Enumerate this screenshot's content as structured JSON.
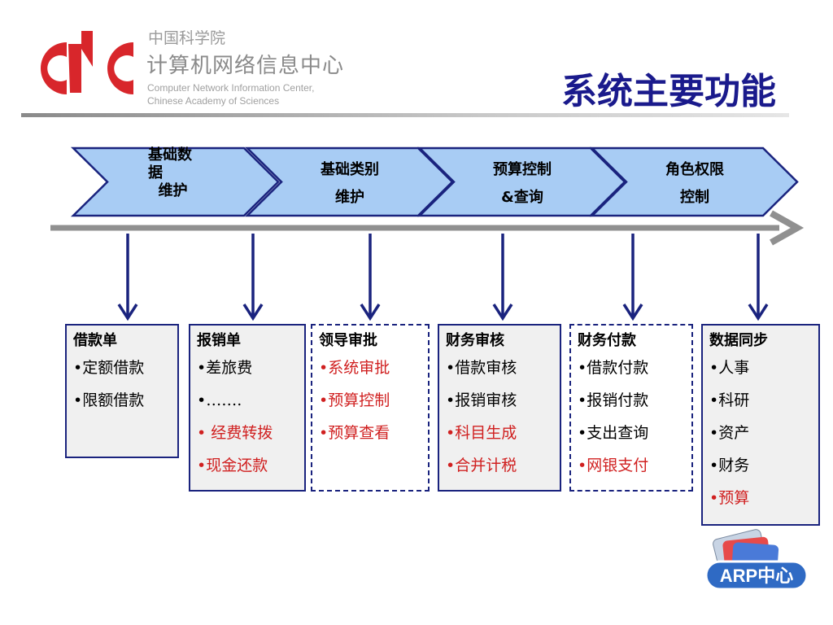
{
  "header": {
    "org_line1": "中国科学院",
    "org_line2": "计算机网络信息中心",
    "org_en1": "Computer Network Information Center,",
    "org_en2": "Chinese Academy of Sciences",
    "logo_text": "CNC",
    "title": "系统主要功能"
  },
  "stages": [
    {
      "label": "基础数\n据\n  维护"
    },
    {
      "label": "基础类别\n维护"
    },
    {
      "label": "预算控制\n&查询"
    },
    {
      "label": "角色权限\n控制"
    }
  ],
  "boxes": [
    {
      "title": "借款单",
      "style": "solid",
      "items": [
        {
          "text": "•定额借款",
          "red": false
        },
        {
          "text": "•限额借款",
          "red": false
        }
      ]
    },
    {
      "title": "报销单",
      "style": "solid",
      "items": [
        {
          "text": "•差旅费",
          "red": false
        },
        {
          "text": "•…….",
          "red": false
        },
        {
          "text": "• 经费转拨",
          "red": true
        },
        {
          "text": "•现金还款",
          "red": true
        }
      ]
    },
    {
      "title": "领导审批",
      "style": "dashed",
      "items": [
        {
          "text": "•系统审批",
          "red": true
        },
        {
          "text": "•预算控制",
          "red": true
        },
        {
          "text": "•预算查看",
          "red": true
        }
      ]
    },
    {
      "title": "财务审核",
      "style": "solid",
      "items": [
        {
          "text": "•借款审核",
          "red": false
        },
        {
          "text": "•报销审核",
          "red": false
        },
        {
          "text": "•科目生成",
          "red": true
        },
        {
          "text": "•合并计税",
          "red": true
        }
      ]
    },
    {
      "title": "财务付款",
      "style": "dashed",
      "items": [
        {
          "text": "•借款付款",
          "red": false
        },
        {
          "text": "•报销付款",
          "red": false
        },
        {
          "text": "•支出查询",
          "red": false
        },
        {
          "text": "•网银支付",
          "red": true
        }
      ]
    },
    {
      "title": "数据同步",
      "style": "solid",
      "items": [
        {
          "text": "•人事",
          "red": false
        },
        {
          "text": "•科研",
          "red": false
        },
        {
          "text": "•资产",
          "red": false
        },
        {
          "text": "•财务",
          "red": false
        },
        {
          "text": "•预算",
          "red": true
        }
      ]
    }
  ],
  "badge": {
    "text": "ARP中心"
  },
  "colors": {
    "navy": "#1a237e",
    "chevron_fill": "#a8ccf4",
    "red": "#d02020",
    "title": "#1a1a8c",
    "logo_red": "#d8262b"
  }
}
